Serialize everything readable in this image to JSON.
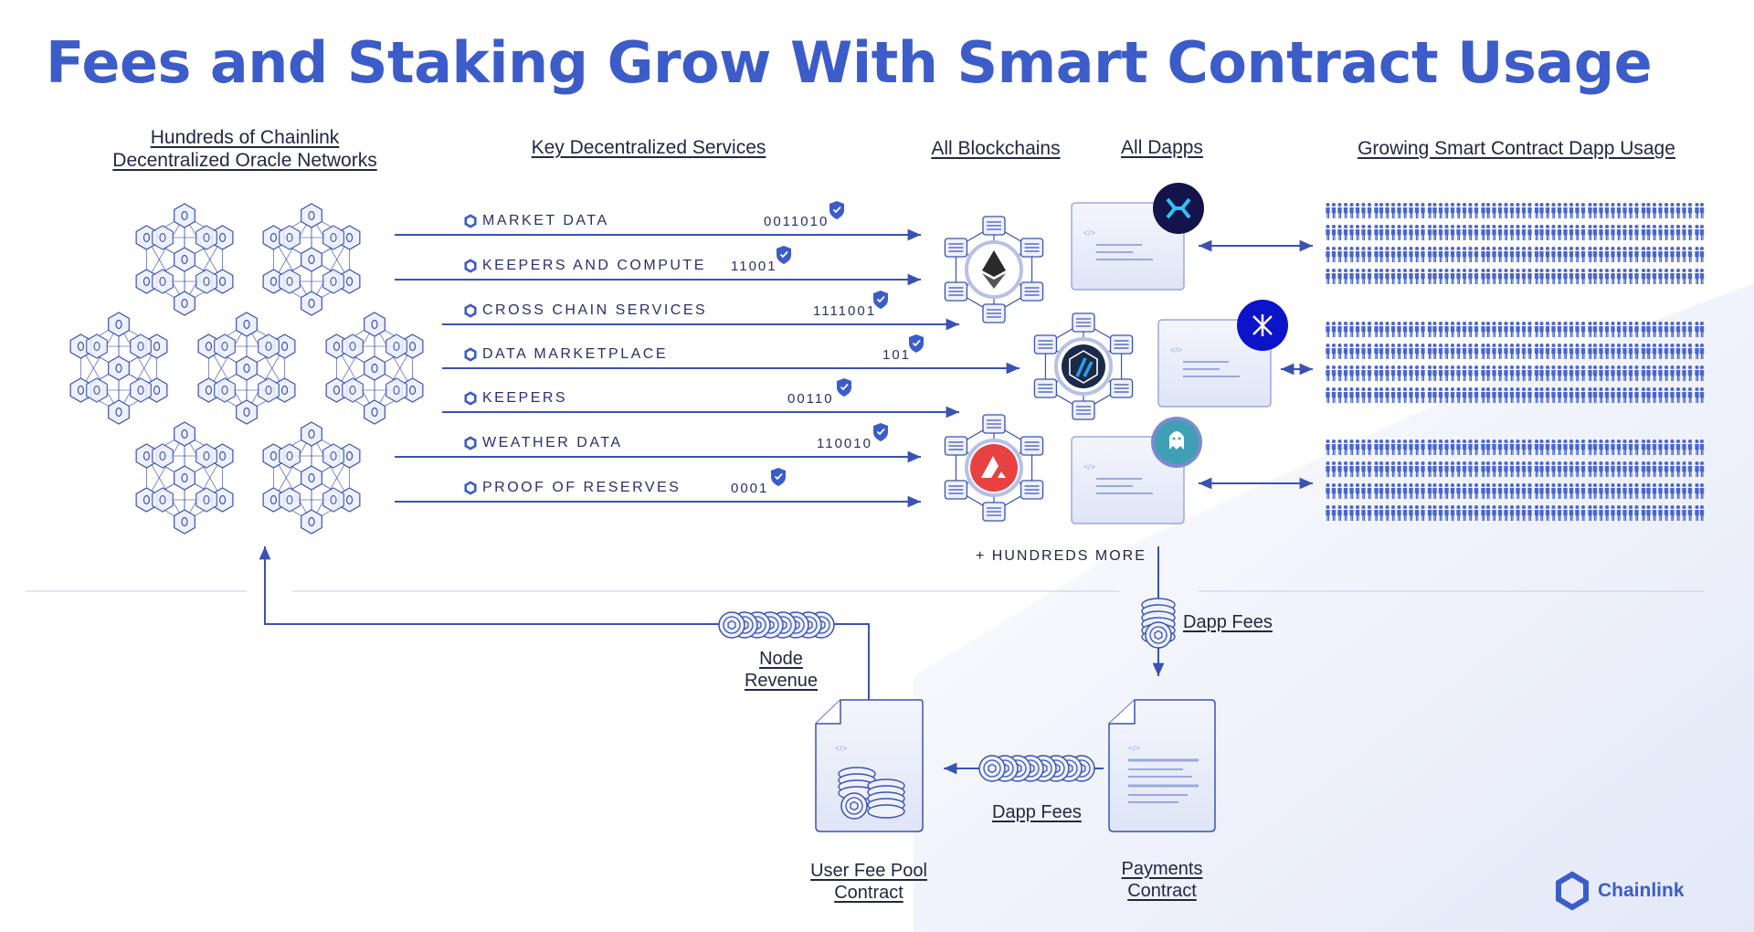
{
  "title": "Fees and Staking Grow With Smart Contract Usage",
  "headers": {
    "oracle_networks": [
      "Hundreds of Chainlink",
      "Decentralized Oracle Networks"
    ],
    "services": "Key Decentralized Services",
    "blockchains": "All Blockchains",
    "dapps": "All Dapps",
    "usage": "Growing Smart Contract Dapp Usage"
  },
  "services": [
    {
      "label": "MARKET DATA",
      "code": "0011010"
    },
    {
      "label": "KEEPERS AND COMPUTE",
      "code": "11001"
    },
    {
      "label": "CROSS CHAIN SERVICES",
      "code": "1111001"
    },
    {
      "label": "DATA MARKETPLACE",
      "code": "101"
    },
    {
      "label": "KEEPERS",
      "code": "00110"
    },
    {
      "label": "WEATHER DATA",
      "code": "110010"
    },
    {
      "label": "PROOF OF RESERVES",
      "code": "0001"
    }
  ],
  "more": "+ HUNDREDS MORE",
  "dapp_fees_top": "Dapp Fees",
  "dapp_fees_bottom": "Dapp Fees",
  "node_revenue": [
    "Node",
    "Revenue"
  ],
  "user_fee_pool": [
    "User Fee Pool",
    "Contract"
  ],
  "payments_contract": [
    "Payments",
    "Contract"
  ],
  "brand": "Chainlink",
  "colors": {
    "accent": "#3c5cc9",
    "line": "#3a52b4",
    "people": "#4966cf",
    "dark": "#232744"
  }
}
